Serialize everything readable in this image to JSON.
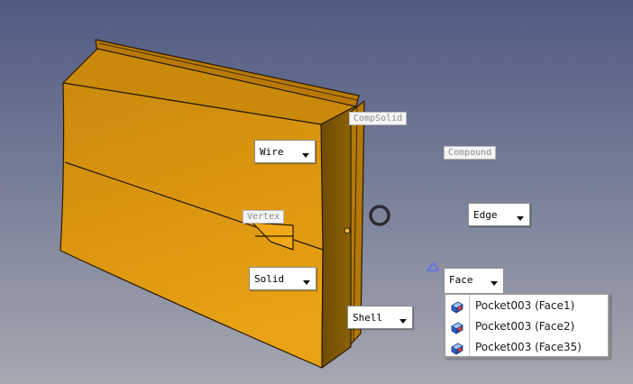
{
  "labels": {
    "compsolid": "CompSolid",
    "compound": "Compound",
    "vertex": "Vertex"
  },
  "combos": {
    "wire": "Wire",
    "edge": "Edge",
    "solid": "Solid",
    "face": "Face",
    "shell": "Shell"
  },
  "menu": {
    "items": [
      {
        "label": "Pocket003 (Face1)",
        "icon": "solid-part-icon"
      },
      {
        "label": "Pocket003 (Face2)",
        "icon": "solid-part-icon"
      },
      {
        "label": "Pocket003 (Face35)",
        "icon": "solid-part-icon"
      }
    ]
  },
  "colors": {
    "part_face": "#e09a10",
    "part_shadow": "#7c5604",
    "part_edge": "#2a1a00",
    "background_top": "#505a82",
    "background_bottom": "#a6a7b1",
    "pick_cursor": "#6a78d8"
  }
}
